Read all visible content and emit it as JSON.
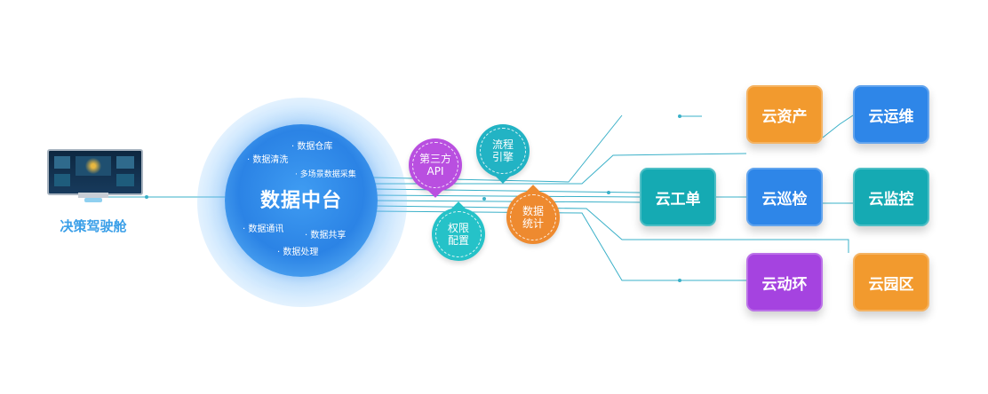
{
  "cockpit": {
    "label": "决策驾驶舱"
  },
  "hub": {
    "title": "数据中台",
    "features": [
      "数据仓库",
      "数据清洗",
      "多场景数据采集",
      "数据通讯",
      "数据共享",
      "数据处理"
    ]
  },
  "bubbles": [
    {
      "line1": "第三方",
      "line2": "API",
      "color": "#b94fe0"
    },
    {
      "line1": "流程",
      "line2": "引擎",
      "color": "#22b3c4"
    },
    {
      "line1": "权限",
      "line2": "配置",
      "color": "#25c2c8"
    },
    {
      "line1": "数据",
      "line2": "统计",
      "color": "#ee8a2f"
    }
  ],
  "modules": {
    "cloud_asset": "云资产",
    "cloud_ops": "云运维",
    "cloud_ticket": "云工单",
    "cloud_inspect": "云巡检",
    "cloud_monitor": "云监控",
    "cloud_env": "云动环",
    "cloud_park": "云园区"
  },
  "colors": {
    "orange": "#f29a2e",
    "blue": "#2e86e8",
    "teal": "#15aab3",
    "purple": "#a543e0",
    "line": "#3ab0c8"
  }
}
